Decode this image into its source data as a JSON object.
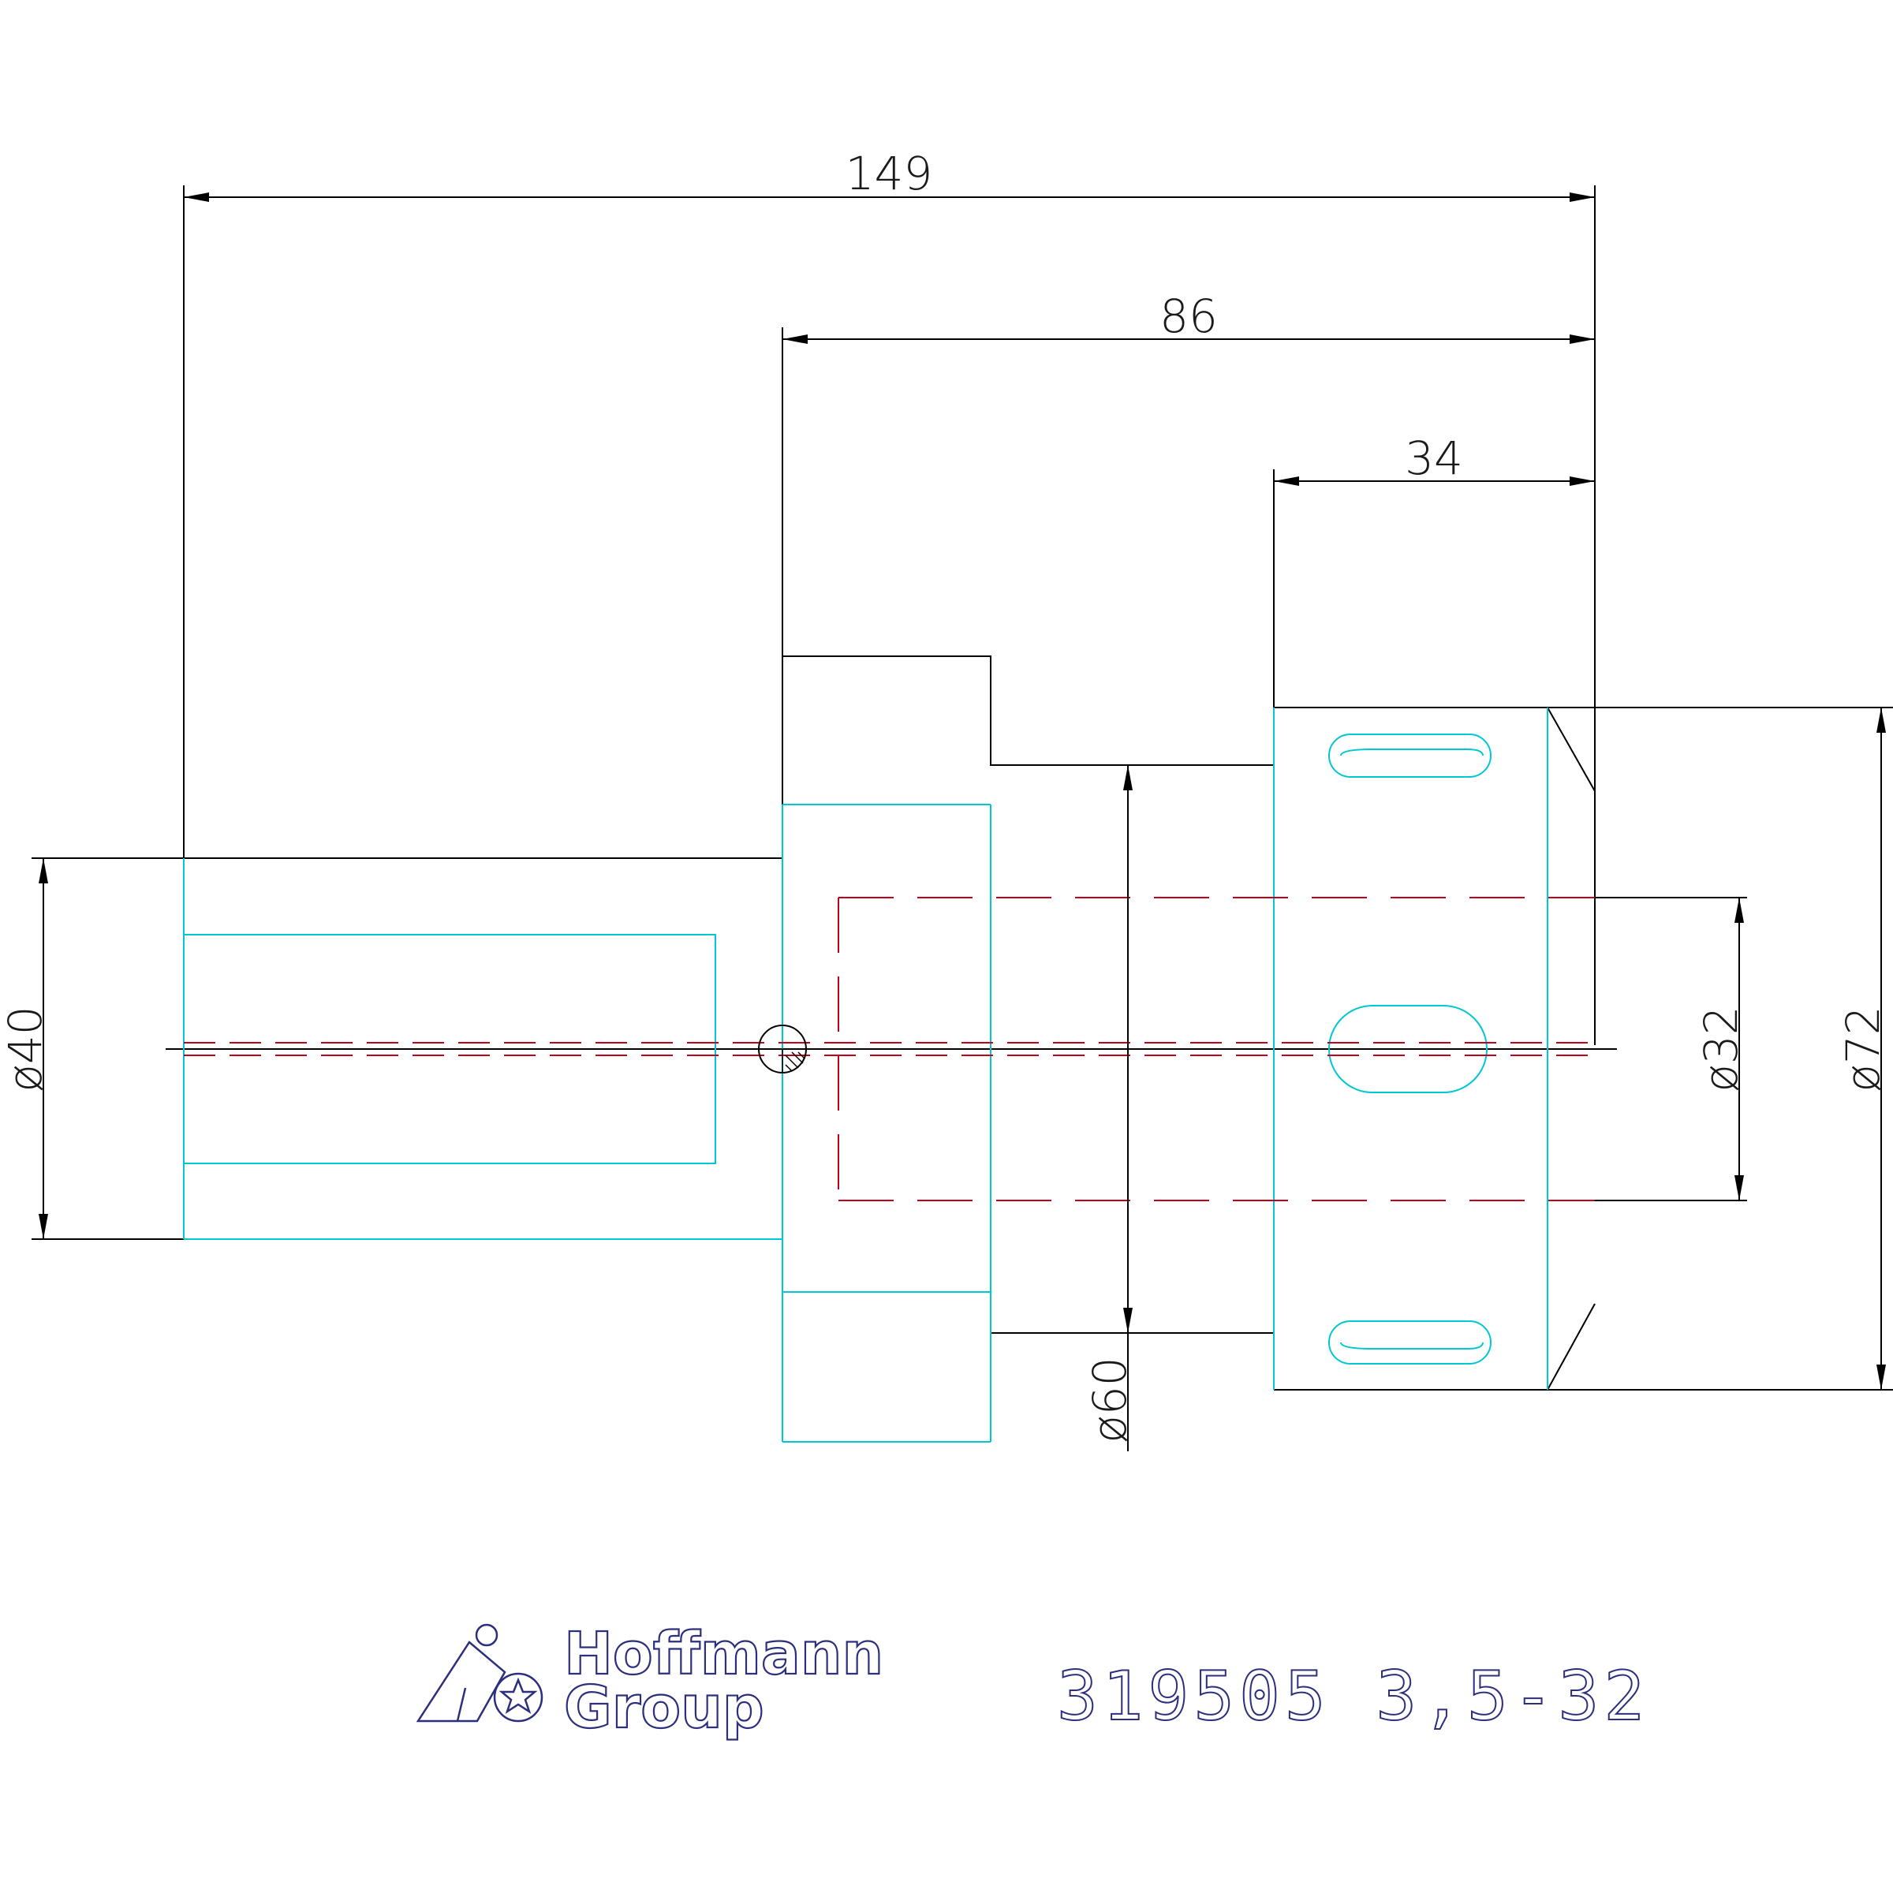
{
  "dimensions": {
    "overall_length": "149",
    "length_86": "86",
    "length_34": "34",
    "dia_shank": "ø40",
    "dia_collar": "ø60",
    "dia_bore": "ø32",
    "dia_nut": "ø72"
  },
  "logo": {
    "line1": "Hoffmann",
    "line2": "Group",
    "icon": "hoffmann-group-logo-icon"
  },
  "part_number": "319505 3,5-32",
  "colors": {
    "outline": "#000000",
    "visible_edge": "#00c8d2",
    "hidden_line": "#c0001a",
    "title_text": "#2b2f7d"
  }
}
